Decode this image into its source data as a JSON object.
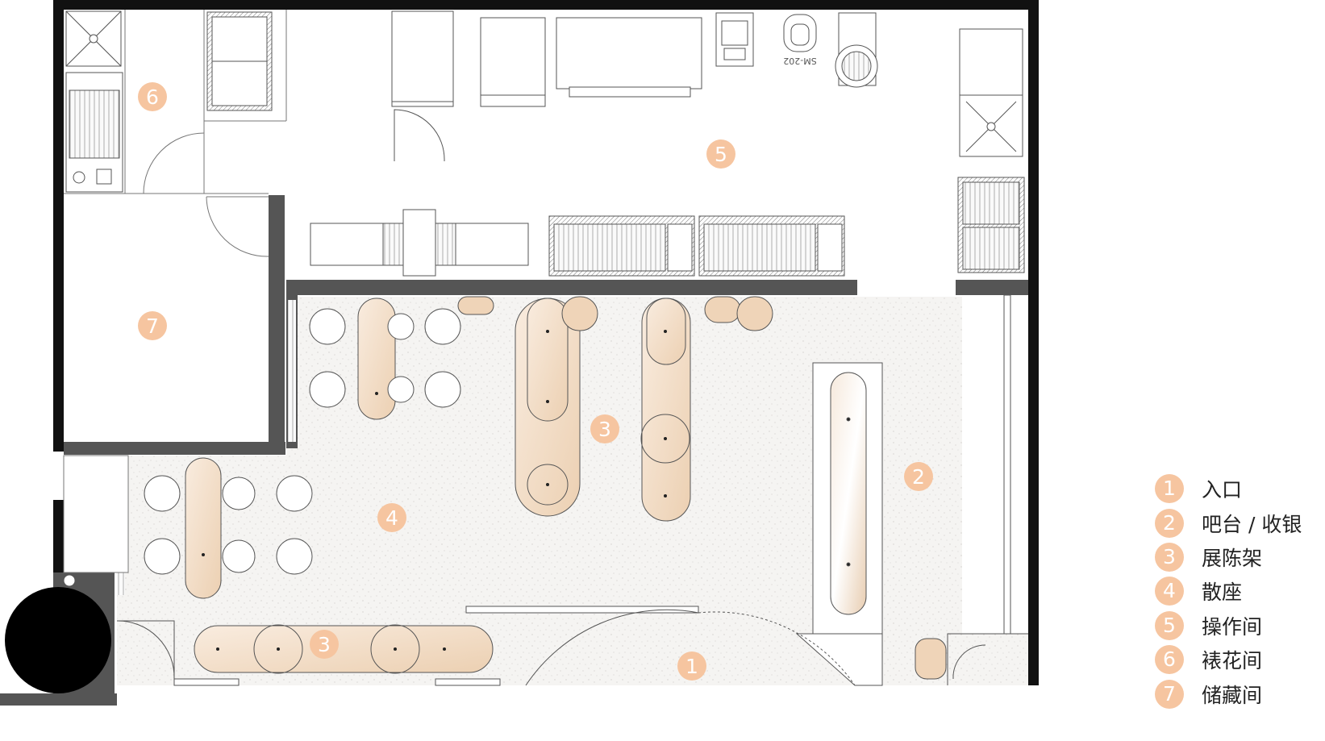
{
  "colors": {
    "wall": "#555555",
    "outer_wall": "#111111",
    "floor_speckle": "#f4f3f1",
    "wood_light": "#f7e6d4",
    "wood_mid": "#efd4b8",
    "badge": "#f6c5a0",
    "line": "#555555",
    "seat_fill": "#ffffff"
  },
  "equipment_text": "SM-202",
  "markers": [
    {
      "id": "entrance",
      "label": "1"
    },
    {
      "id": "bar",
      "label": "2"
    },
    {
      "id": "display-main",
      "label": "3"
    },
    {
      "id": "display-bottom",
      "label": "3"
    },
    {
      "id": "seating",
      "label": "4"
    },
    {
      "id": "kitchen",
      "label": "5"
    },
    {
      "id": "decor",
      "label": "6"
    },
    {
      "id": "storage",
      "label": "7"
    }
  ],
  "legend": [
    {
      "num": "1",
      "text": "入口"
    },
    {
      "num": "2",
      "text": "吧台 / 收银"
    },
    {
      "num": "3",
      "text": "展陈架"
    },
    {
      "num": "4",
      "text": "散座"
    },
    {
      "num": "5",
      "text": "操作间"
    },
    {
      "num": "6",
      "text": "裱花间"
    },
    {
      "num": "7",
      "text": "储藏间"
    }
  ]
}
